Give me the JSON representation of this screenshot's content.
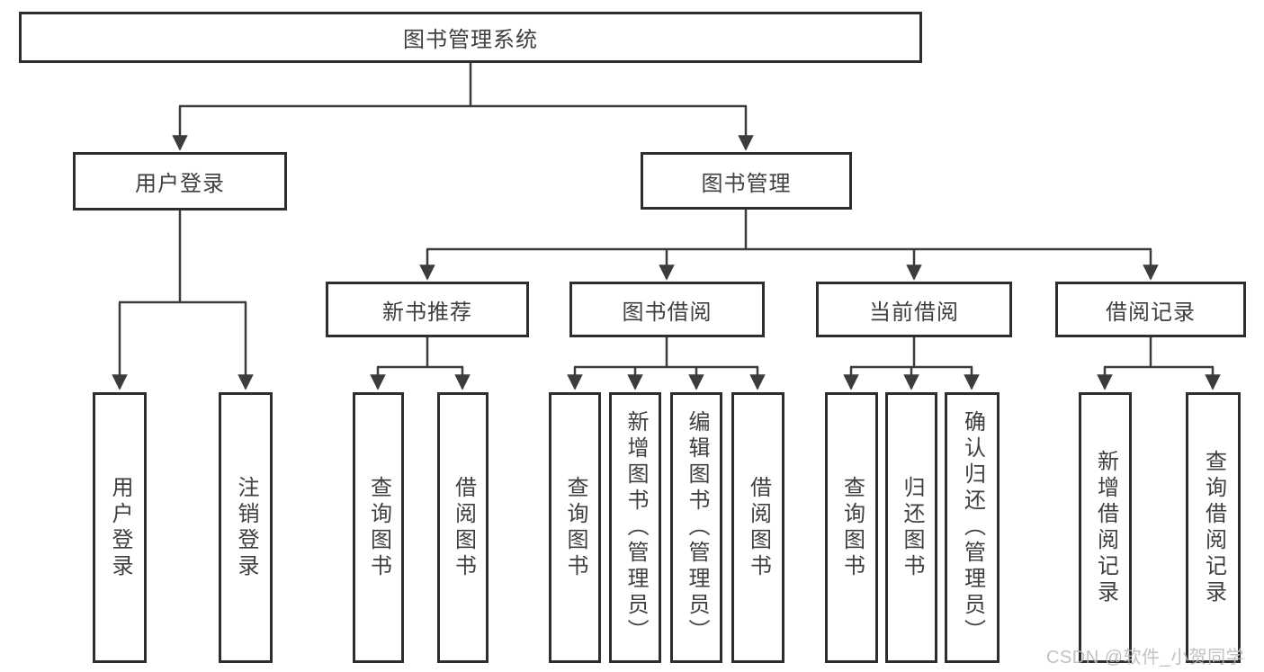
{
  "tree": {
    "root": "图书管理系统",
    "branches": [
      {
        "label": "用户登录",
        "children": [
          "用户登录",
          "注销登录"
        ]
      },
      {
        "label": "图书管理",
        "groups": [
          {
            "label": "新书推荐",
            "children": [
              "查询图书",
              "借阅图书"
            ]
          },
          {
            "label": "图书借阅",
            "children": [
              "查询图书",
              "新增图书（管理员）",
              "编辑图书（管理员）",
              "借阅图书"
            ]
          },
          {
            "label": "当前借阅",
            "children": [
              "查询图书",
              "归还图书",
              "确认归还（管理员）"
            ]
          },
          {
            "label": "借阅记录",
            "children": [
              "新增借阅记录",
              "查询借阅记录"
            ]
          }
        ]
      }
    ]
  },
  "watermark": "CSDN @软件_小贺同学",
  "colors": {
    "line": "#3c3c3c",
    "border": "#2e2e2e",
    "text": "#3f3f3f",
    "watermark": "#bababa"
  }
}
